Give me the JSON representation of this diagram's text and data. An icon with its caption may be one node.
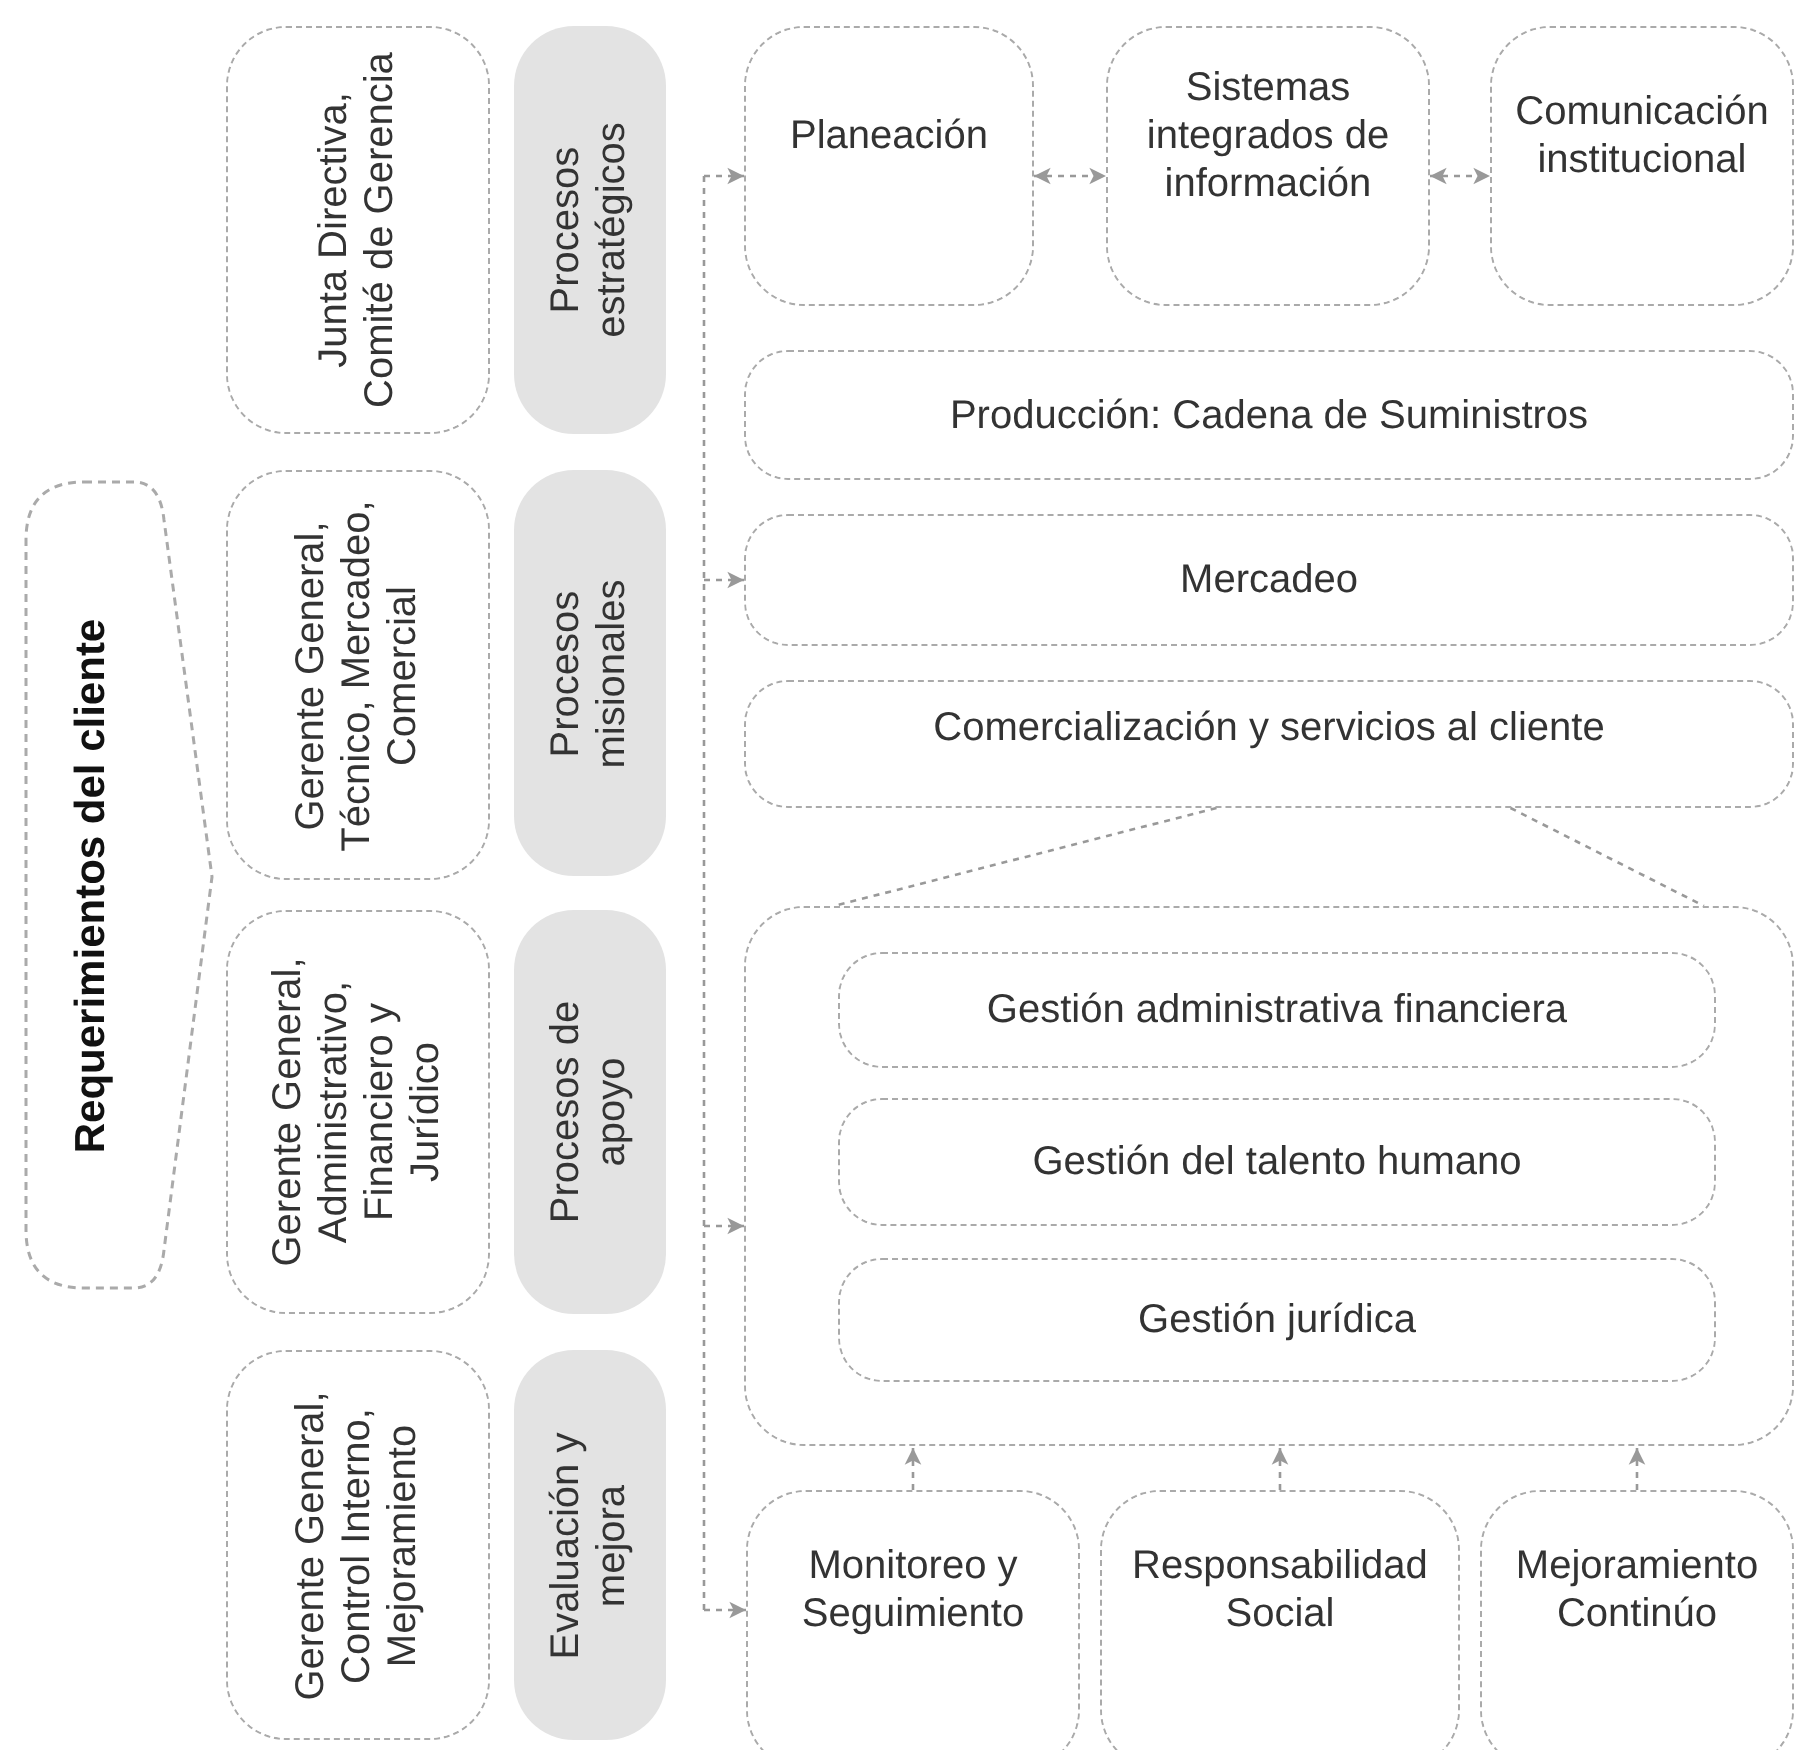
{
  "diagram": {
    "nodes": [
      {
        "text": [
          "Requerimientos del cliente"
        ]
      },
      {
        "text": [
          "Junta Directiva, Comité de Gerencia"
        ]
      },
      {
        "text": [
          "Procesos estratégicos"
        ]
      },
      {
        "text": [
          "Gerente General, Técnico, Mercadeo, Comercial"
        ]
      },
      {
        "text": [
          "Procesos misionales"
        ]
      },
      {
        "text": [
          "Gerente General, Administrativo, Financiero y Jurídico"
        ]
      },
      {
        "text": [
          "Procesos de apoyo"
        ]
      },
      {
        "text": [
          "Gerente General, Control Interno, Mejoramiento"
        ]
      },
      {
        "text": [
          "Evaluación y mejora"
        ]
      },
      {
        "text": [
          "Planeación"
        ]
      },
      {
        "text": [
          "Sistemas integrados de información"
        ]
      },
      {
        "text": [
          "Comunicación institucional"
        ]
      },
      {
        "text": [
          "Producción: Cadena de Suministros"
        ]
      },
      {
        "text": [
          "Mercadeo"
        ]
      },
      {
        "text": [
          "Comercialización y servicios al cliente"
        ]
      },
      {
        "text": [],
        "shape": "box"
      },
      {
        "text": [
          "Gestión administrativa financiera"
        ],
        "in": 15
      },
      {
        "text": [
          "Gestión del talento humano"
        ],
        "in": 15
      },
      {
        "text": [
          "Gestión jurídica"
        ],
        "in": 15
      },
      {
        "text": [
          "Monitoreo y Seguimiento"
        ]
      },
      {
        "text": [
          "Responsabilidad Social"
        ]
      },
      {
        "text": [
          "Mejoramiento Continúo"
        ]
      }
    ],
    "edges": [
      {
        "from": null,
        "to": 9,
        "arrow": "to",
        "style": "dashed"
      },
      {
        "from": null,
        "to": 13,
        "arrow": "to",
        "style": "dashed"
      },
      {
        "from": null,
        "to": 15,
        "arrow": "to",
        "style": "dashed"
      },
      {
        "from": null,
        "to": 19,
        "arrow": "to",
        "style": "dashed"
      },
      {
        "from": 9,
        "to": 10,
        "arrow": "both",
        "style": "dashed"
      },
      {
        "from": 10,
        "to": 11,
        "arrow": "both",
        "style": "dashed"
      },
      {
        "from": 19,
        "to": 15,
        "arrow": "to",
        "style": "dashed"
      },
      {
        "from": 20,
        "to": 15,
        "arrow": "to",
        "style": "dashed"
      },
      {
        "from": 21,
        "to": 15,
        "arrow": "to",
        "style": "dashed"
      },
      {
        "from": 14,
        "to": 15,
        "arrow": "none",
        "style": "dashed"
      }
    ]
  }
}
